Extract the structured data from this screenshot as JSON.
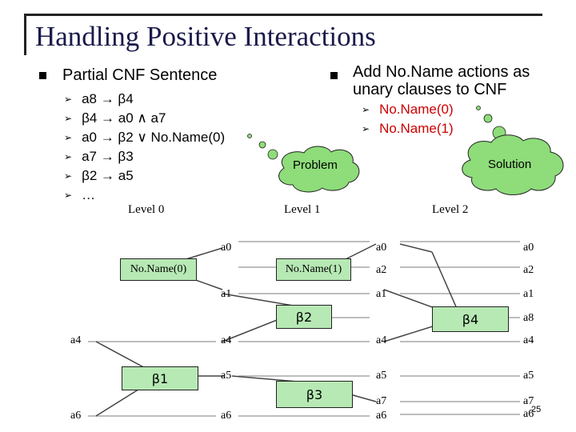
{
  "title": "Handling Positive Interactions",
  "left": {
    "heading": "Partial CNF Sentence",
    "items": [
      "a8 → β4",
      "β4 → a0 ∧ a7",
      "a0 → β2 ∨ No.Name(0)",
      "a7 → β3",
      "β2 → a5",
      "…"
    ]
  },
  "right": {
    "heading_line1": "Add No.Name actions as",
    "heading_line2": "unary clauses to CNF",
    "items": [
      "No.Name(0)",
      "No.Name(1)"
    ]
  },
  "callouts": {
    "problem": "Problem",
    "solution": "Solution"
  },
  "levels": [
    "Level 0",
    "Level 1",
    "Level 2"
  ],
  "diagram": {
    "noname0": "No.Name(0)",
    "noname1": "No.Name(1)",
    "beta1": "β1",
    "beta2": "β2",
    "beta3": "β3",
    "beta4": "β4",
    "l0_labels": [
      "a4",
      "a6"
    ],
    "l1_labels": [
      "a0",
      "a1",
      "a4",
      "a5",
      "a6"
    ],
    "l2_labels": [
      "a0",
      "a2",
      "a1",
      "a4",
      "a5",
      "a7",
      "a6"
    ],
    "l3_labels": [
      "a0",
      "a2",
      "a1",
      "a8",
      "a4",
      "a5",
      "a7",
      "a6"
    ]
  },
  "page_number": "25",
  "colors": {
    "box_fill": "#b7e9b4",
    "cloud_fill": "#8edc7a",
    "red_text": "#cc0000",
    "line": "#bdbdbd"
  }
}
